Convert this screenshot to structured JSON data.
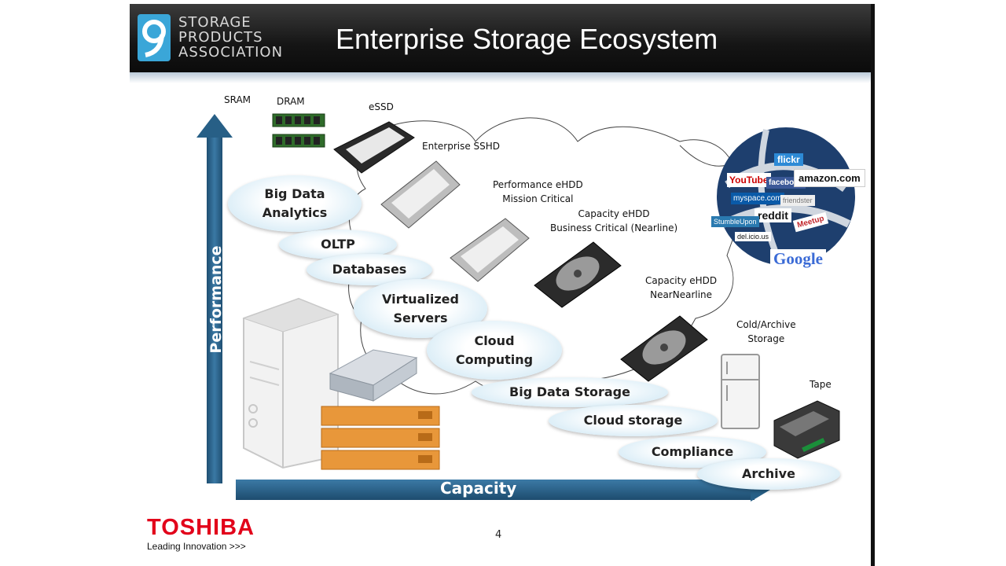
{
  "header": {
    "org_line1": "STORAGE",
    "org_line2": "PRODUCTS",
    "org_line3": "ASSOCIATION",
    "title": "Enterprise Storage Ecosystem"
  },
  "devices": {
    "sram": "SRAM",
    "dram": "DRAM",
    "essd": "eSSD",
    "sshd": "Enterprise SSHD",
    "perf_hdd_1": "Performance eHDD",
    "perf_hdd_2": "Mission Critical",
    "cap_hdd_1": "Capacity eHDD",
    "cap_hdd_2": "Business Critical (Nearline)",
    "cap_near_1": "Capacity eHDD",
    "cap_near_2": "NearNearline",
    "cold_1": "Cold/Archive",
    "cold_2": "Storage",
    "tape": "Tape"
  },
  "workloads": {
    "big_data_analytics_1": "Big Data",
    "big_data_analytics_2": "Analytics",
    "oltp": "OLTP",
    "databases": "Databases",
    "virtualized_1": "Virtualized",
    "virtualized_2": "Servers",
    "cloud_computing_1": "Cloud",
    "cloud_computing_2": "Computing",
    "big_data_storage": "Big Data Storage",
    "cloud_storage": "Cloud storage",
    "compliance": "Compliance",
    "archive": "Archive"
  },
  "logos": {
    "flickr": "flickr",
    "youtube": "YouTube",
    "facebook": "facebook",
    "amazon": "amazon.com",
    "myspace": "myspace.com",
    "friendster": "friendster",
    "reddit": "reddit",
    "meetup": "Meetup",
    "stumbleupon": "StumbleUpon",
    "delicious": "del.icio.us",
    "google": "Google"
  },
  "axes": {
    "performance": "Performance",
    "capacity": "Capacity"
  },
  "footer": {
    "brand": "TOSHIBA",
    "tagline": "Leading Innovation >>>",
    "page_number": "4"
  },
  "colors": {
    "axis_blue": "#275f86",
    "toshiba_red": "#e2001a",
    "spa_blue": "#3aa6d8"
  }
}
